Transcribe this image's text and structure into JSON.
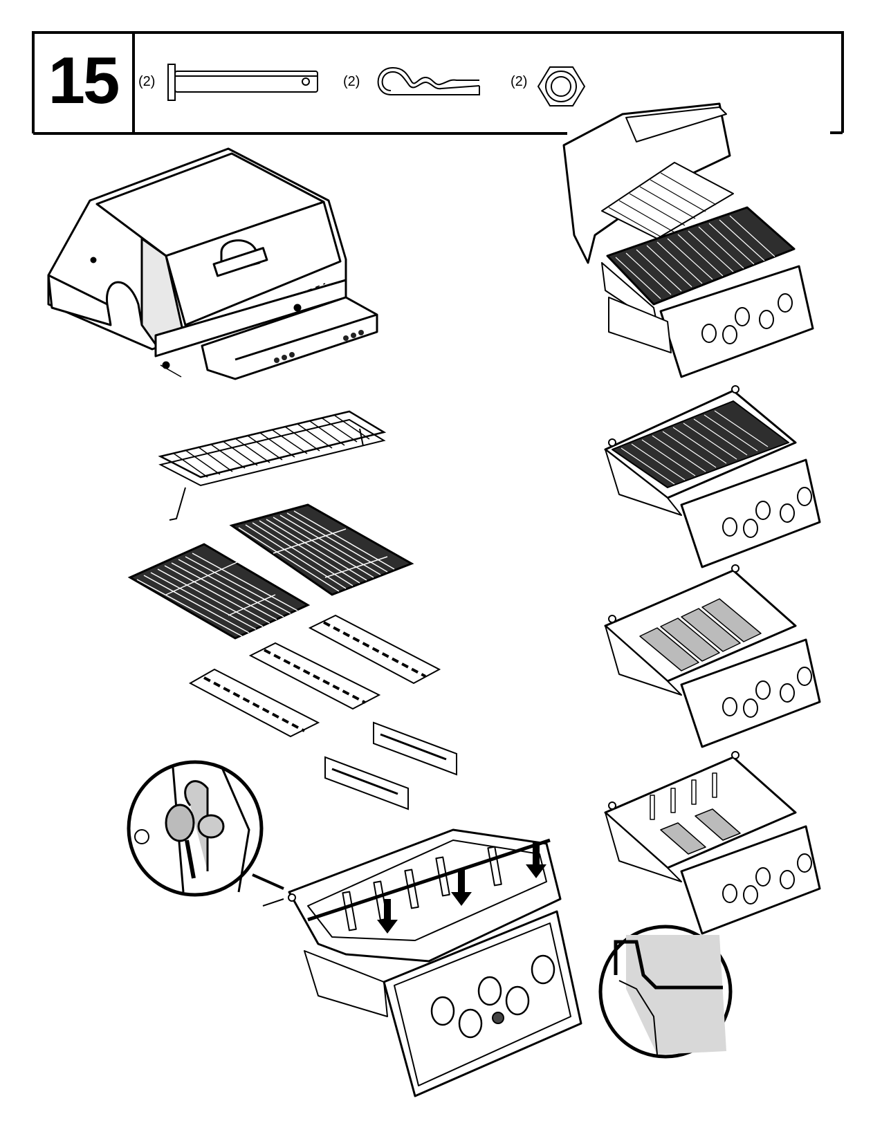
{
  "step": {
    "number": "15"
  },
  "parts": [
    {
      "qty": "(2)",
      "icon": "clevis-pin-icon"
    },
    {
      "qty": "(2)",
      "icon": "hair-pin-cotter-icon"
    },
    {
      "qty": "(2)",
      "icon": "hex-nut-icon"
    }
  ],
  "colors": {
    "line": "#000000",
    "fill": "#ffffff",
    "shade": "#cfcfcf",
    "dark": "#2a2a2a"
  }
}
